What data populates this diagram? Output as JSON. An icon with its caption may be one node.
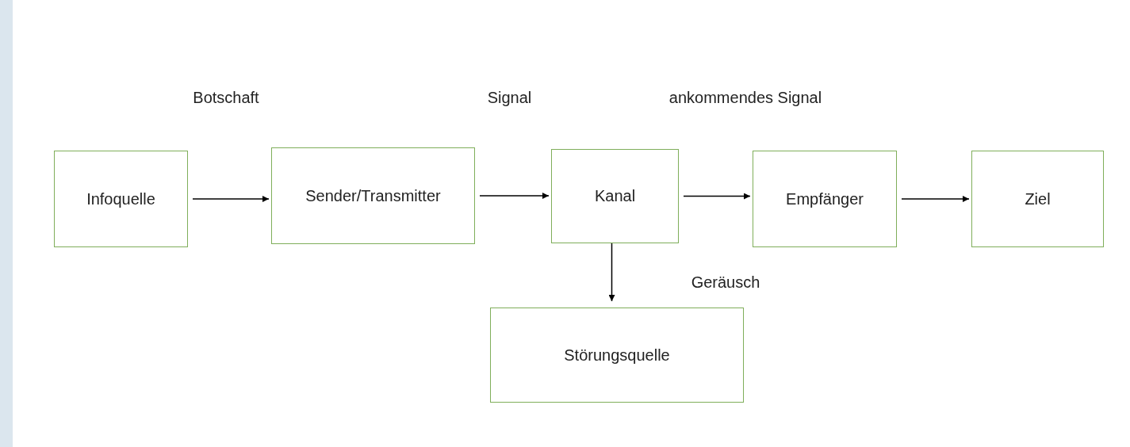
{
  "diagram": {
    "nodes": [
      {
        "text": [
          "Infoquelle"
        ]
      },
      {
        "text": [
          "Sender/Transmitter"
        ]
      },
      {
        "text": [
          "Kanal"
        ]
      },
      {
        "text": [
          "Empfänger"
        ]
      },
      {
        "text": [
          "Ziel"
        ]
      },
      {
        "text": [
          "Störungsquelle"
        ]
      }
    ],
    "edges": [
      {
        "from": 0,
        "to": 1,
        "arrow": "to"
      },
      {
        "from": 1,
        "to": 2,
        "arrow": "to"
      },
      {
        "from": 2,
        "to": 3,
        "arrow": "to"
      },
      {
        "from": 3,
        "to": 4,
        "arrow": "to"
      },
      {
        "from": 2,
        "to": 5,
        "arrow": "to"
      }
    ],
    "labels": [
      "Botschaft",
      "Signal",
      "ankommendes Signal",
      "Geräusch"
    ]
  }
}
